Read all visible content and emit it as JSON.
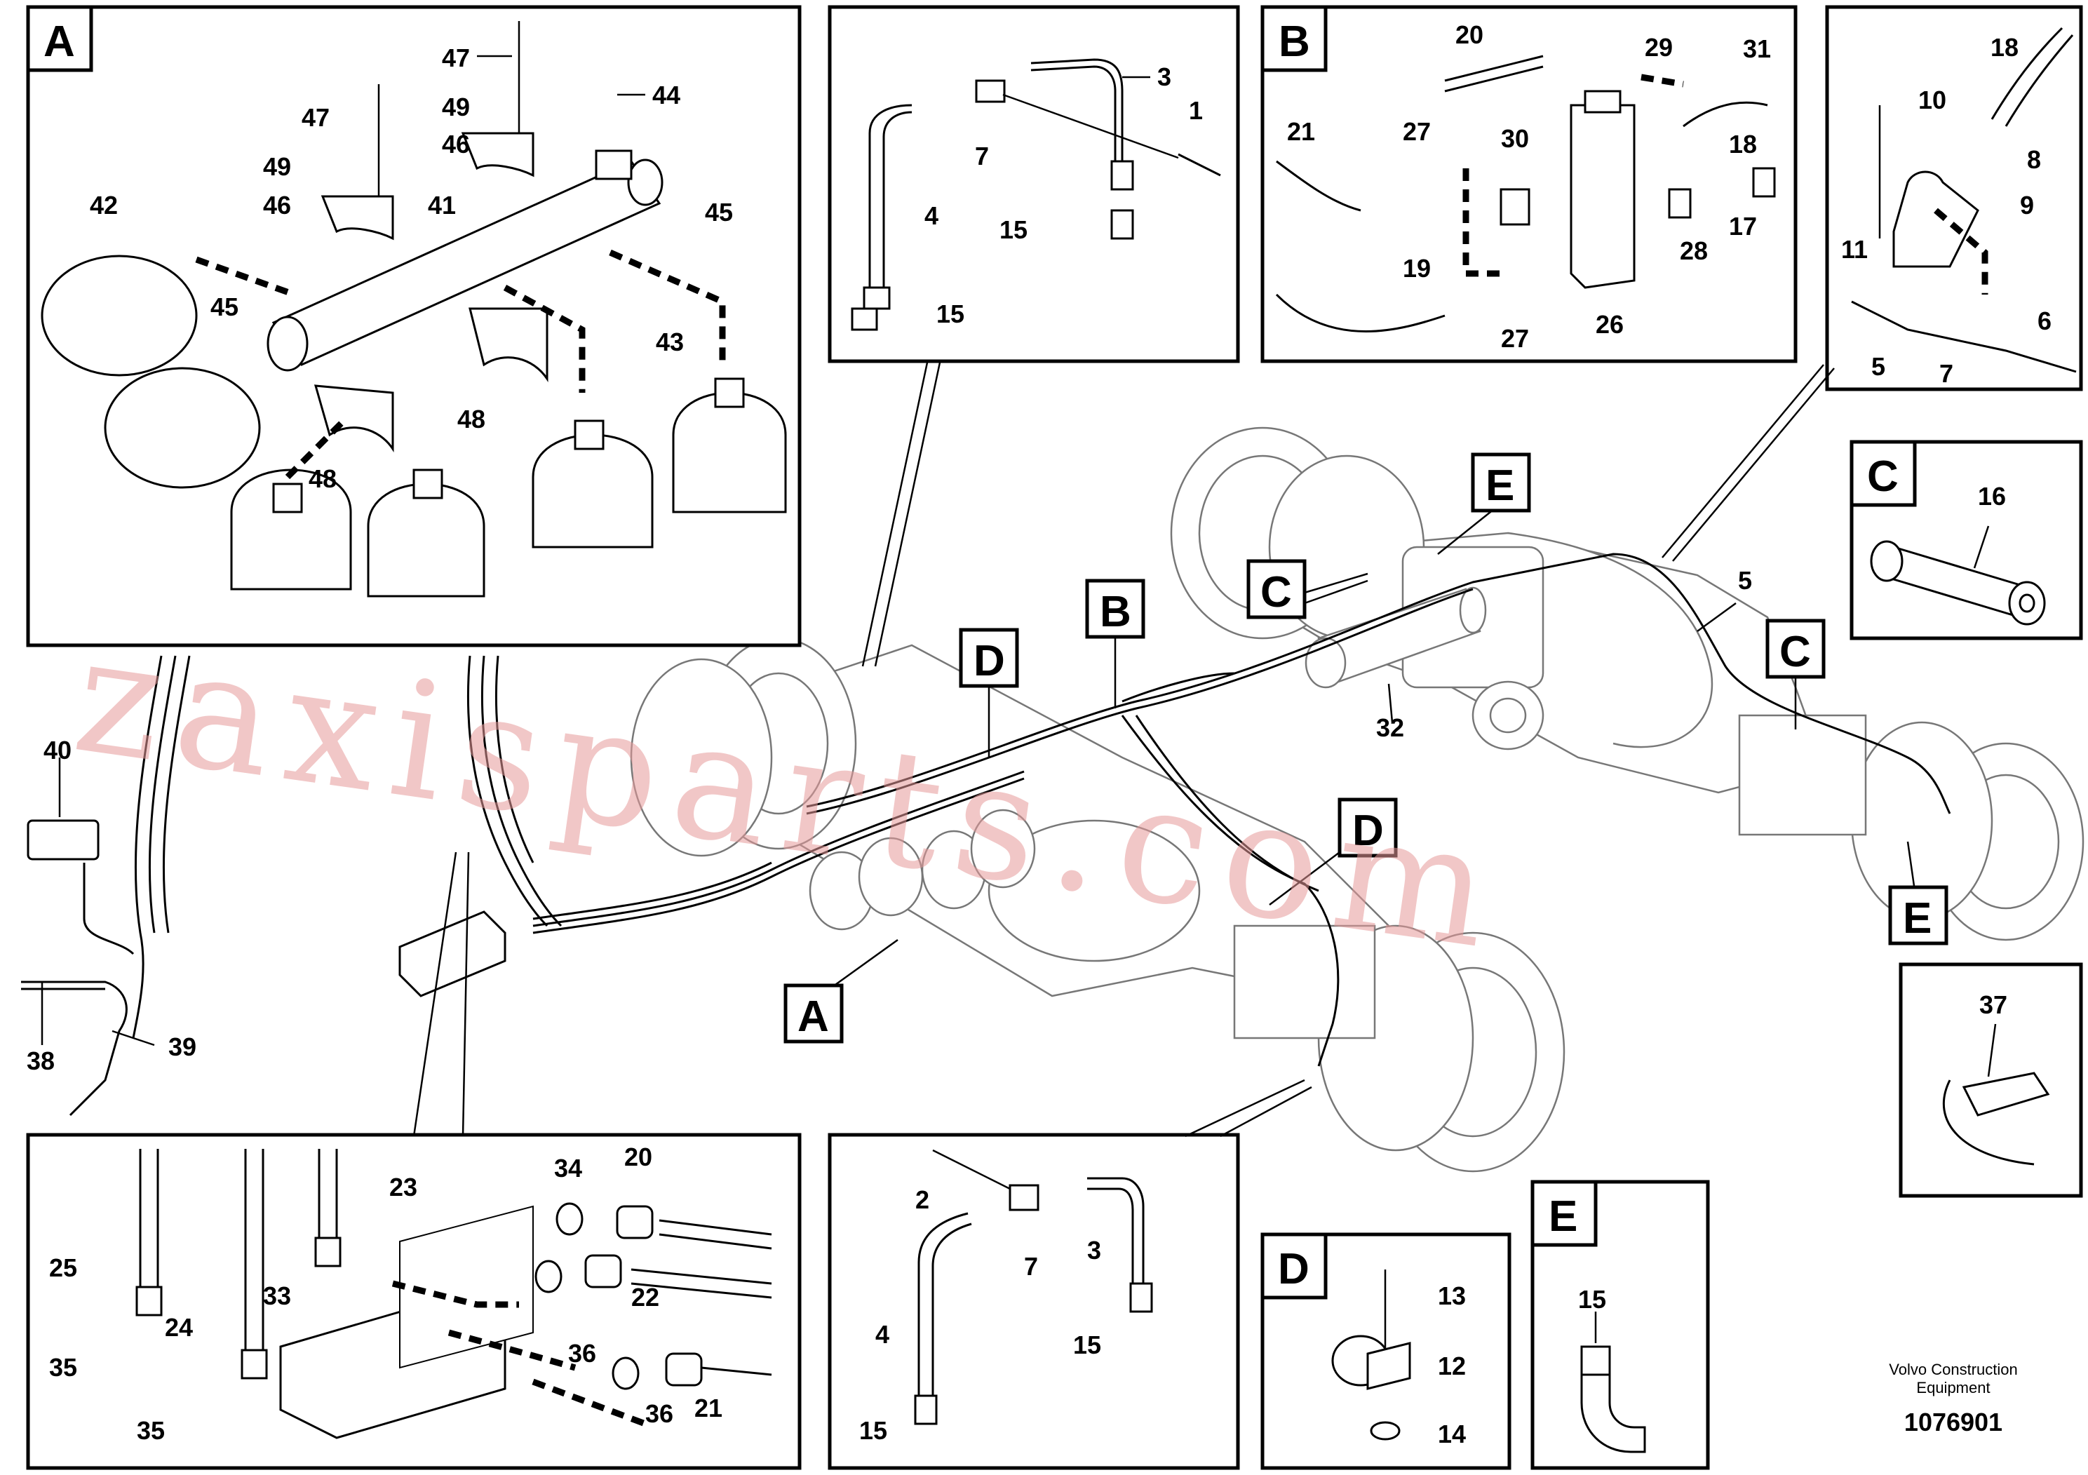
{
  "panels": {
    "A": {
      "letter": "A",
      "labels": [
        "47",
        "44",
        "49",
        "47",
        "46",
        "49",
        "46",
        "41",
        "42",
        "45",
        "45",
        "43",
        "48",
        "48"
      ]
    },
    "top_pipe": {
      "labels": [
        "3",
        "1",
        "7",
        "4",
        "15",
        "15"
      ]
    },
    "B": {
      "letter": "B",
      "labels": [
        "20",
        "29",
        "31",
        "21",
        "27",
        "30",
        "18",
        "17",
        "28",
        "19",
        "27",
        "26"
      ]
    },
    "top_right": {
      "labels": [
        "18",
        "10",
        "8",
        "9",
        "11",
        "5",
        "7",
        "6"
      ]
    },
    "C": {
      "letter": "C",
      "labels": [
        "16"
      ]
    },
    "left_valve": {
      "labels": [
        "40",
        "38",
        "39"
      ]
    },
    "main": {
      "labels": [
        "5",
        "32"
      ],
      "callouts": [
        "A",
        "B",
        "C",
        "C",
        "D",
        "D",
        "E",
        "E"
      ]
    },
    "bottom_left": {
      "labels": [
        "23",
        "34",
        "20",
        "25",
        "33",
        "22",
        "24",
        "36",
        "35",
        "36",
        "35",
        "21"
      ]
    },
    "bottom_pipe": {
      "labels": [
        "2",
        "7",
        "3",
        "4",
        "15",
        "15"
      ]
    },
    "D": {
      "letter": "D",
      "labels": [
        "13",
        "12",
        "14"
      ]
    },
    "E": {
      "letter": "E",
      "labels": [
        "15"
      ]
    },
    "clip": {
      "labels": [
        "37"
      ]
    }
  },
  "watermark": "zaxisparts.com",
  "footer": {
    "brand_line1": "Volvo Construction",
    "brand_line2": "Equipment",
    "doc_number": "1076901"
  }
}
